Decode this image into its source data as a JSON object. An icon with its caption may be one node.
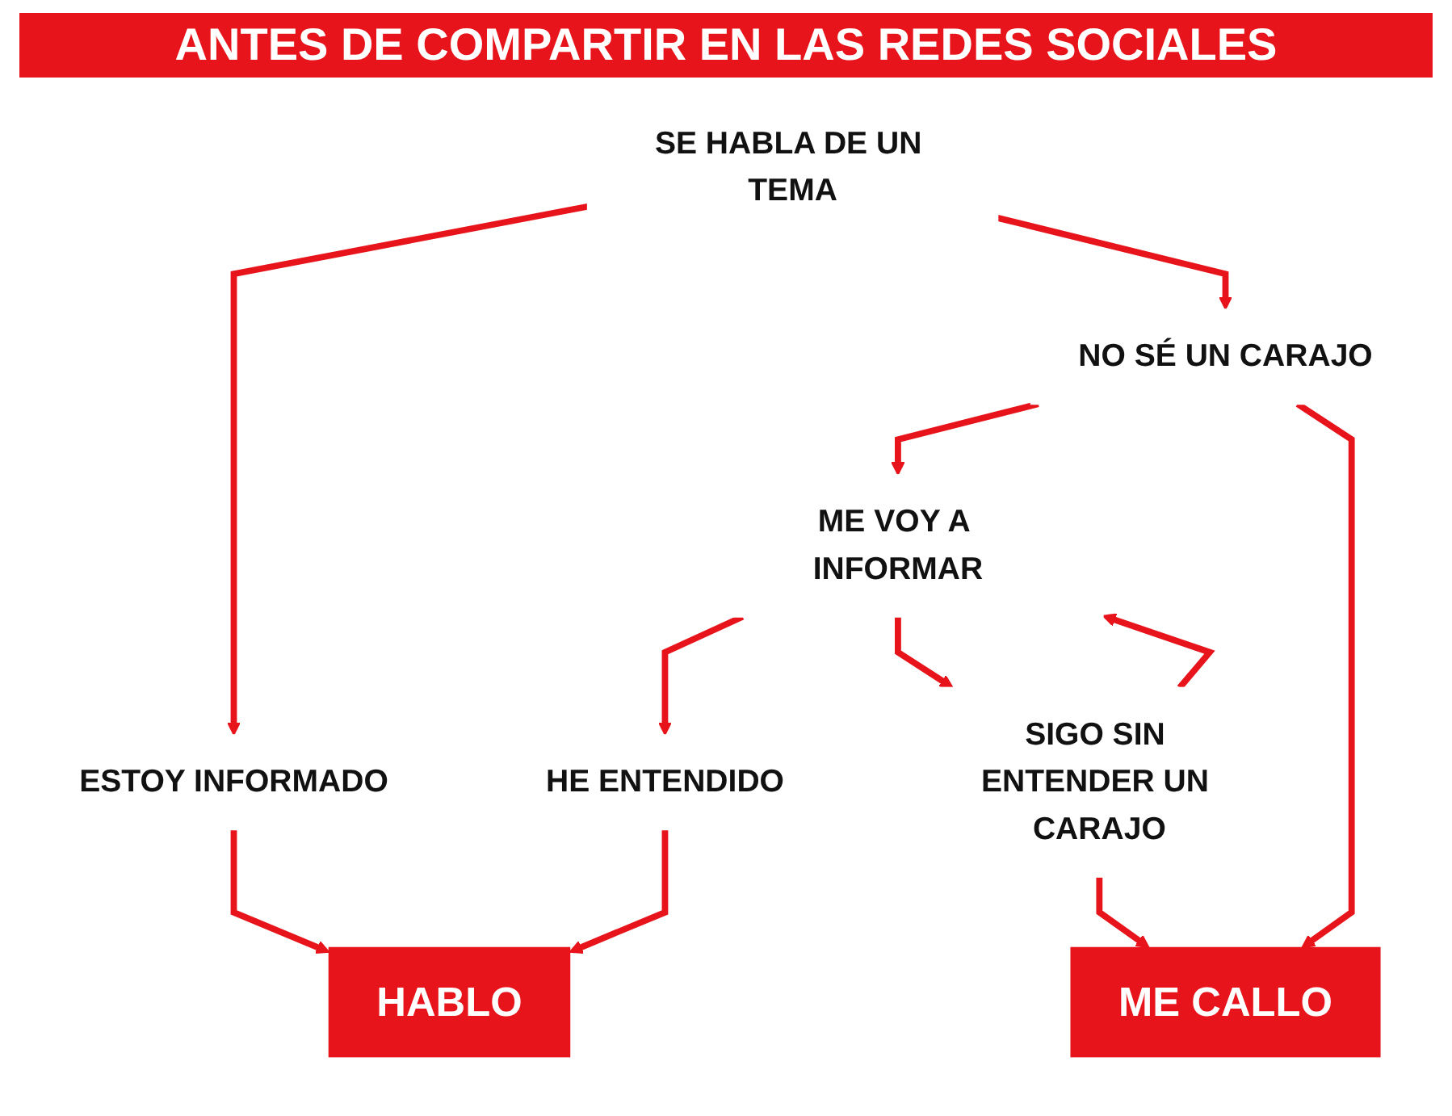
{
  "diagram": {
    "title": "ANTES DE COMPARTIR EN LAS REDES SOCIALES",
    "nodes": [
      {
        "text": [
          "SE HABLA DE UN TEMA"
        ]
      },
      {
        "text": [
          "ESTOY INFORMADO"
        ]
      },
      {
        "text": [
          "NO SÉ UN CARAJO"
        ]
      },
      {
        "text": [
          "ME VOY A INFORMAR"
        ]
      },
      {
        "text": [
          "HE ENTENDIDO"
        ]
      },
      {
        "text": [
          "SIGO SIN ENTENDER UN CARAJO"
        ]
      },
      {
        "text": [
          "HABLO"
        ]
      },
      {
        "text": [
          "ME CALLO"
        ]
      }
    ],
    "edges": [
      {
        "from": 0,
        "to": 1,
        "arrow": "to"
      },
      {
        "from": 0,
        "to": 2,
        "arrow": "to"
      },
      {
        "from": 2,
        "to": 3,
        "arrow": "to"
      },
      {
        "from": 2,
        "to": 7,
        "arrow": "to"
      },
      {
        "from": 1,
        "to": 6,
        "arrow": "to"
      },
      {
        "from": 3,
        "to": 4,
        "arrow": "to"
      },
      {
        "from": 3,
        "to": 5,
        "arrow": "to"
      },
      {
        "from": 5,
        "to": 3,
        "arrow": "to"
      },
      {
        "from": 4,
        "to": 6,
        "arrow": "to"
      },
      {
        "from": 5,
        "to": 7,
        "arrow": "to"
      }
    ]
  }
}
